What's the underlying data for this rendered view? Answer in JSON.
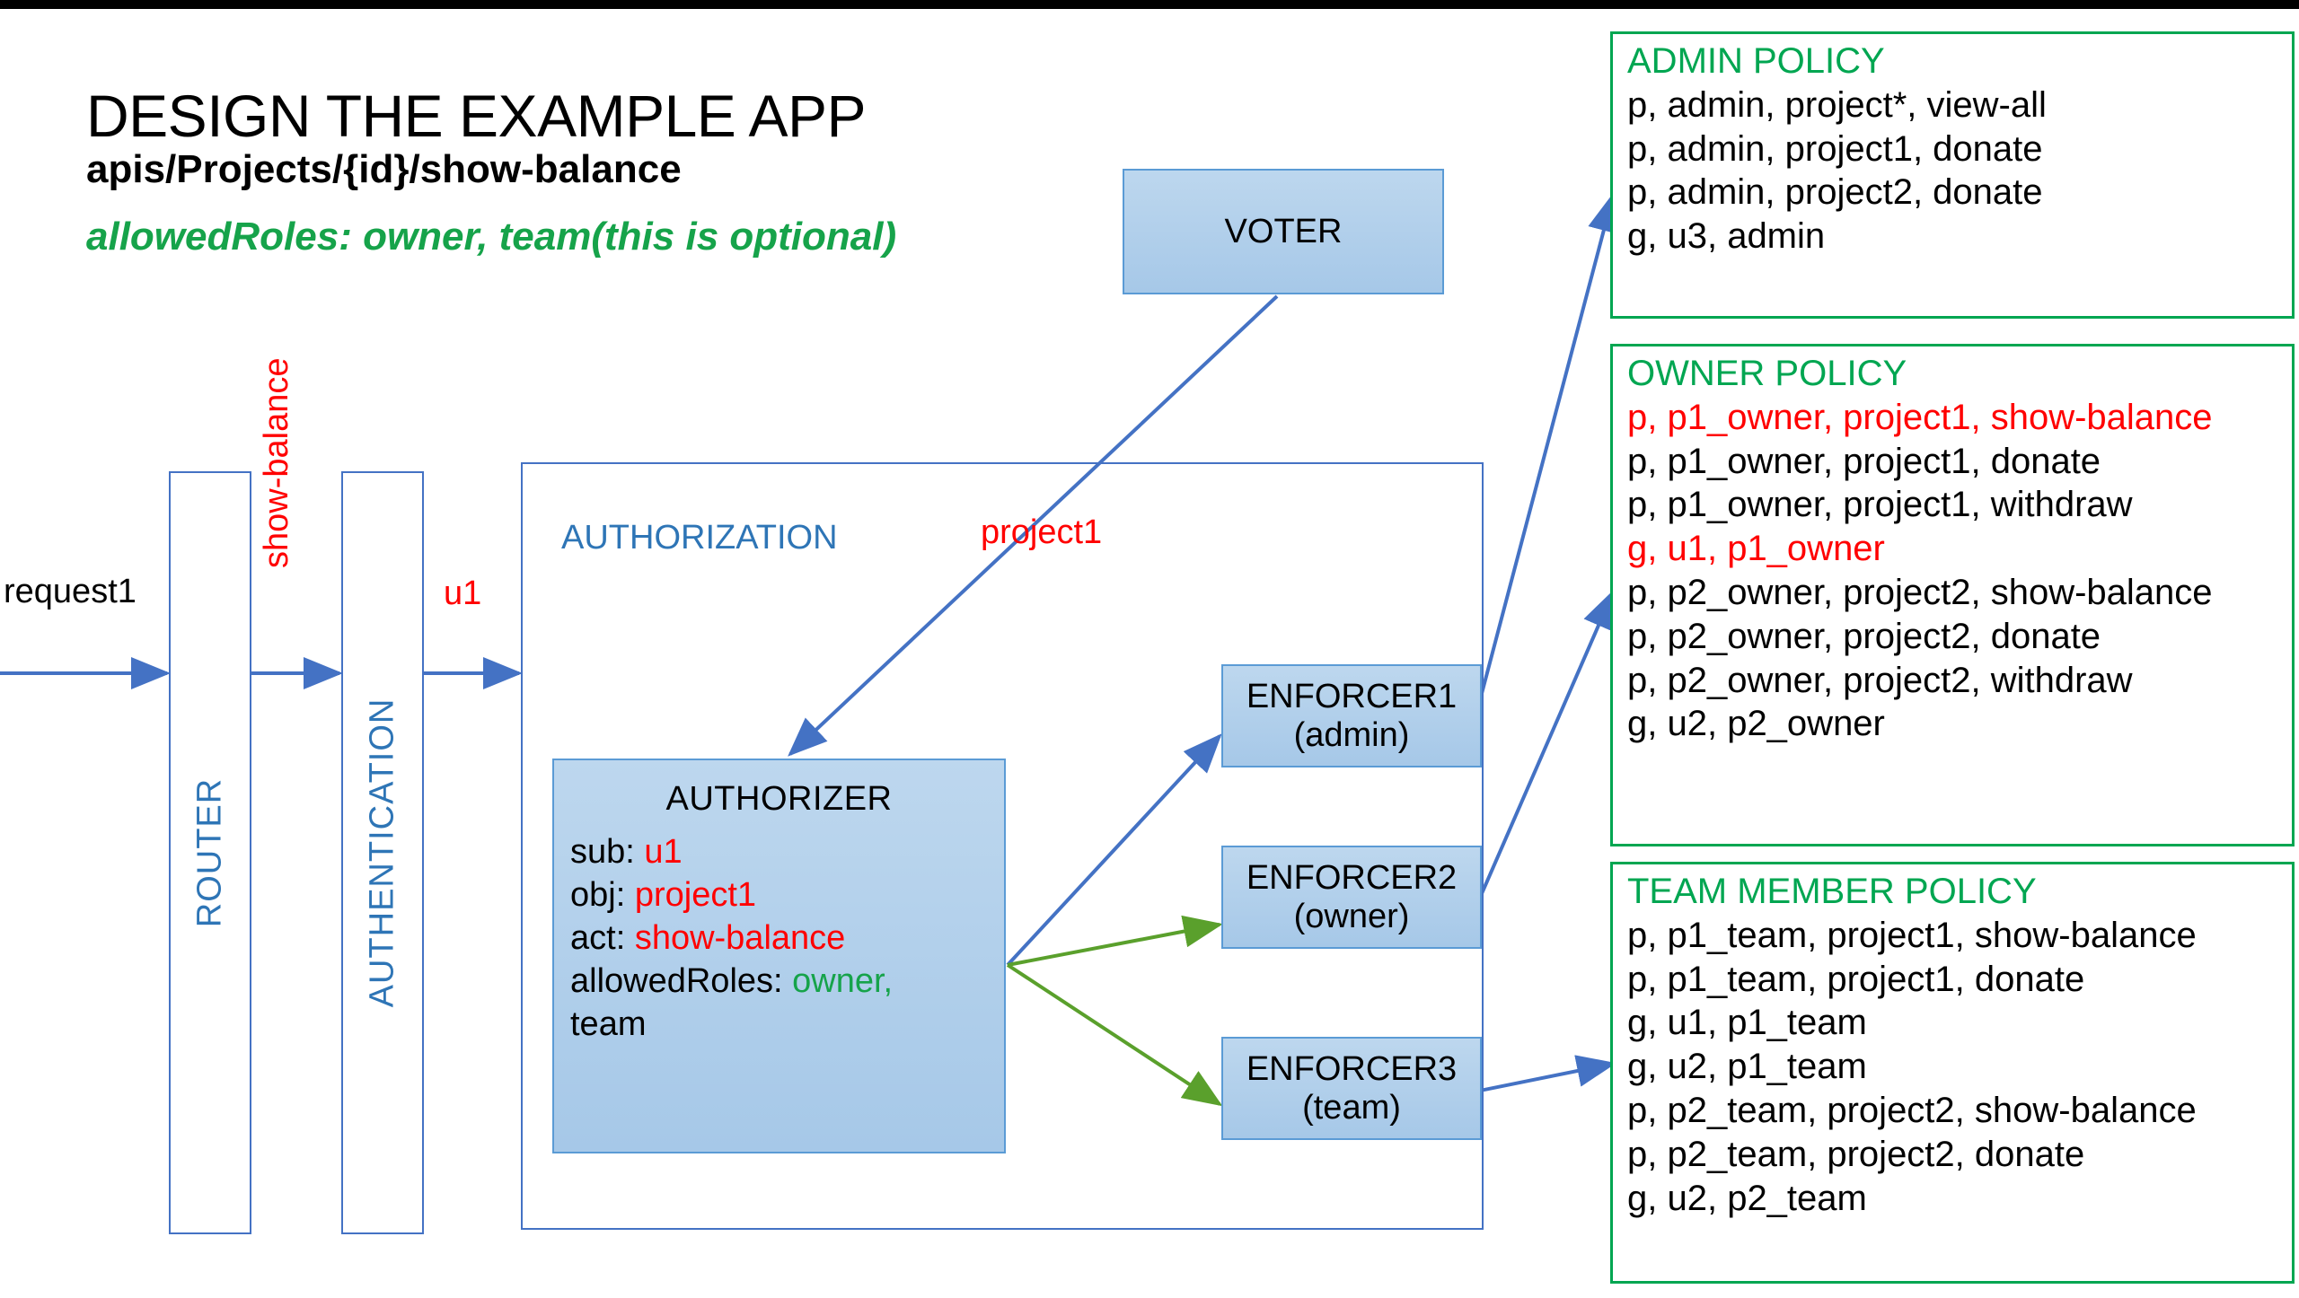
{
  "title": {
    "main": "DESIGN THE EXAMPLE APP",
    "endpoint": "apis/Projects/{id}/show-balance",
    "allowed_roles": "allowedRoles: owner, team(this is optional)"
  },
  "colors": {
    "accent_blue": "#4472c4",
    "box_blue_fill": "#a6c8e8",
    "label_blue": "#2e75b6",
    "highlight_red": "#ff0000",
    "policy_green": "#00a651",
    "roles_green": "#16a34a",
    "arrow_green": "#5aa02c"
  },
  "pipeline": {
    "request_label": "request1",
    "router_label": "ROUTER",
    "show_balance_label": "show-balance",
    "authentication_label": "AUTHENTICATION",
    "u1_label": "u1"
  },
  "authorization": {
    "section_label": "AUTHORIZATION",
    "project_label": "project1",
    "authorizer": {
      "title": "AUTHORIZER",
      "sub_key": "sub: ",
      "sub_val": "u1",
      "obj_key": "obj: ",
      "obj_val": "project1",
      "act_key": "act: ",
      "act_val": "show-balance",
      "roles_key": "allowedRoles: ",
      "roles_val": "owner,",
      "roles_val2": "team"
    },
    "enforcers": [
      {
        "name": "ENFORCER1",
        "role": "(admin)"
      },
      {
        "name": "ENFORCER2",
        "role": "(owner)"
      },
      {
        "name": "ENFORCER3",
        "role": "(team)"
      }
    ]
  },
  "voter": {
    "label": "VOTER"
  },
  "policies": [
    {
      "title": "ADMIN POLICY",
      "rules": [
        {
          "text": "p, admin, project*, view-all",
          "highlight": false
        },
        {
          "text": "p, admin, project1, donate",
          "highlight": false
        },
        {
          "text": "p, admin, project2, donate",
          "highlight": false
        },
        {
          "text": "g, u3, admin",
          "highlight": false
        }
      ]
    },
    {
      "title": "OWNER POLICY",
      "rules": [
        {
          "text": "p, p1_owner, project1, show-balance",
          "highlight": true
        },
        {
          "text": "p, p1_owner, project1, donate",
          "highlight": false
        },
        {
          "text": "p, p1_owner, project1, withdraw",
          "highlight": false
        },
        {
          "text": "g, u1, p1_owner",
          "highlight": true
        },
        {
          "text": "p, p2_owner, project2, show-balance",
          "highlight": false
        },
        {
          "text": "p, p2_owner, project2, donate",
          "highlight": false
        },
        {
          "text": "p, p2_owner, project2, withdraw",
          "highlight": false
        },
        {
          "text": "g, u2, p2_owner",
          "highlight": false
        }
      ]
    },
    {
      "title": "TEAM MEMBER POLICY",
      "rules": [
        {
          "text": "p, p1_team, project1, show-balance",
          "highlight": false
        },
        {
          "text": "p, p1_team, project1, donate",
          "highlight": false
        },
        {
          "text": "g, u1, p1_team",
          "highlight": false
        },
        {
          "text": "g, u2, p1_team",
          "highlight": false
        },
        {
          "text": "p, p2_team, project2, show-balance",
          "highlight": false
        },
        {
          "text": "p, p2_team, project2, donate",
          "highlight": false
        },
        {
          "text": "g, u2, p2_team",
          "highlight": false
        }
      ]
    }
  ]
}
